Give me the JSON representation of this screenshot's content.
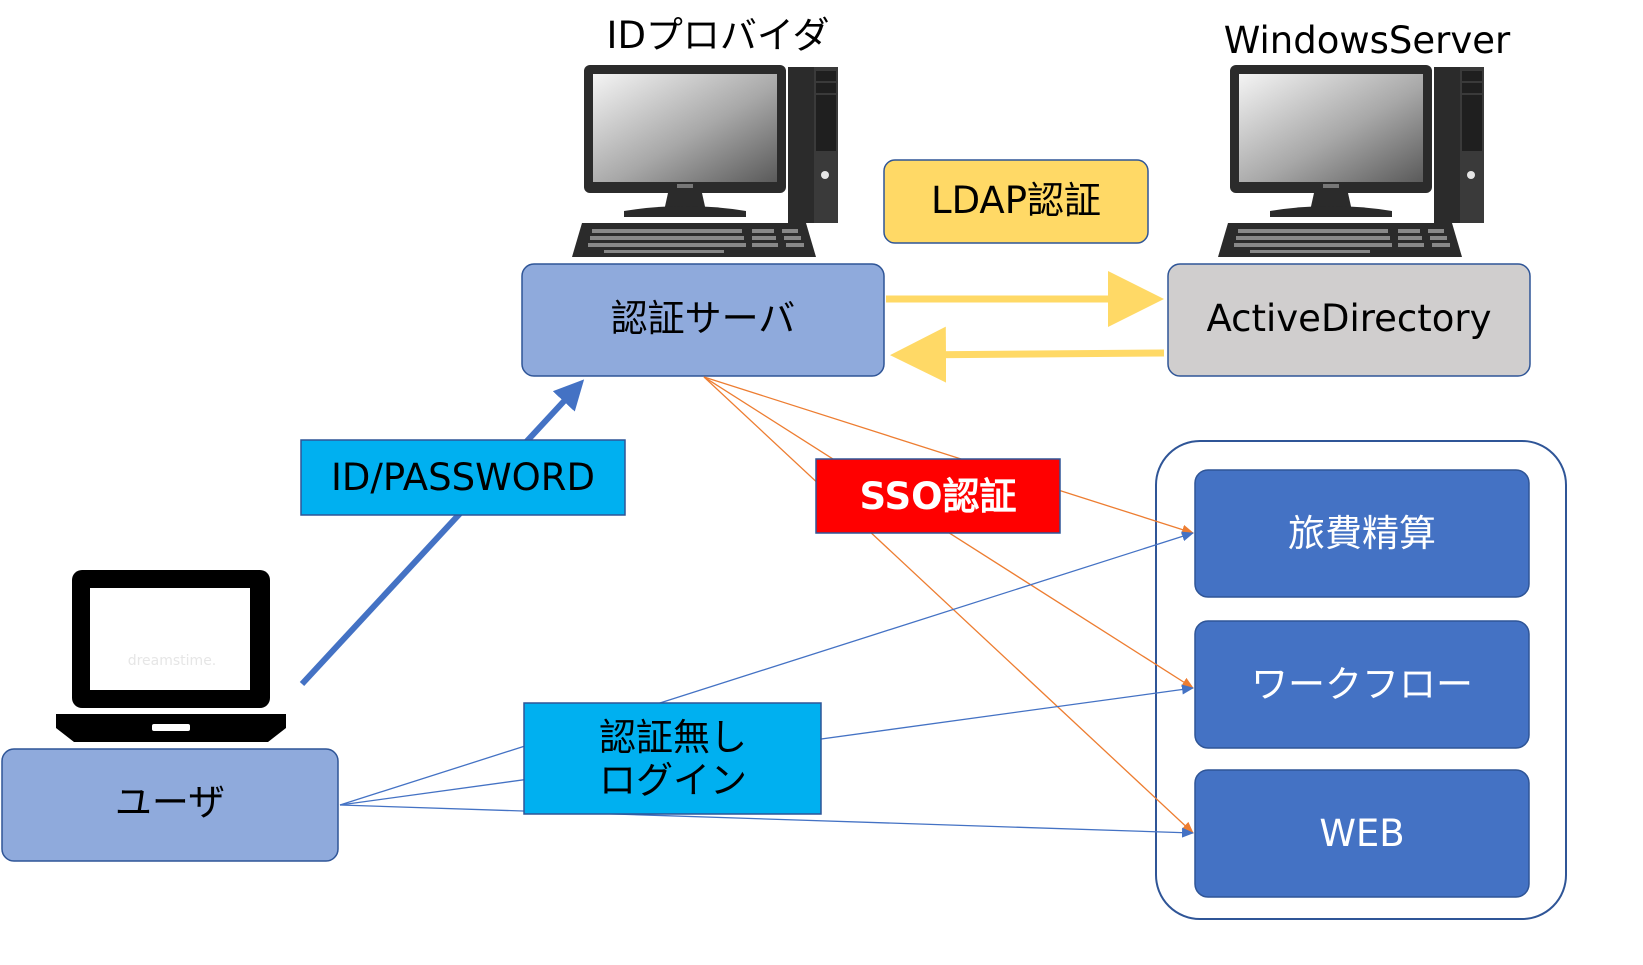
{
  "labels": {
    "id_provider": "IDプロバイダ",
    "windows_server": "WindowsServer",
    "ldap_auth": "LDAP認証",
    "auth_server": "認証サーバ",
    "active_directory": "ActiveDirectory",
    "id_password": "ID/PASSWORD",
    "sso_auth": "SSO認証",
    "travel_expense": "旅費精算",
    "workflow": "ワークフロー",
    "web": "WEB",
    "no_auth_line1": "認証無し",
    "no_auth_line2": "ログイン",
    "user": "ユーザ",
    "laptop_watermark": "dreamstime."
  },
  "colors": {
    "server_box": "#8faadc",
    "ad_box": "#d0cece",
    "app_box": "#4472c4",
    "ldap_label": "#ffd966",
    "yellow_arrow": "#ffd966",
    "id_label": "#00b0f0",
    "sso_label": "#ff0000",
    "orange_line": "#ed7d31",
    "blue_line": "#4472c4",
    "border": "#2f5597"
  },
  "icons": {
    "desktop_pc": "desktop-computer-icon",
    "laptop": "laptop-icon"
  }
}
